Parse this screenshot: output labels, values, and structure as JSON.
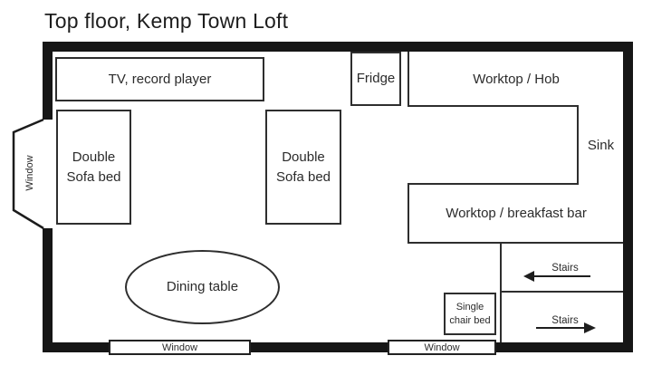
{
  "title": "Top floor, Kemp Town Loft",
  "furniture": {
    "tv": "TV, record player",
    "sofa_left_line1": "Double",
    "sofa_left_line2": "Sofa bed",
    "sofa_right_line1": "Double",
    "sofa_right_line2": "Sofa bed",
    "fridge": "Fridge",
    "dining_table": "Dining table",
    "single_chair_line1": "Single",
    "single_chair_line2": "chair bed"
  },
  "kitchen": {
    "worktop_hob": "Worktop / Hob",
    "sink": "Sink",
    "worktop_breakfast_bar": "Worktop / breakfast bar"
  },
  "stairs": {
    "upper": "Stairs",
    "lower": "Stairs"
  },
  "windows": {
    "left_bay": "Window",
    "bottom_left": "Window",
    "bottom_right": "Window"
  },
  "colors": {
    "wall": "#161616",
    "thin_line": "#2e2e2e",
    "text": "#2b2b2b",
    "background": "#ffffff"
  }
}
